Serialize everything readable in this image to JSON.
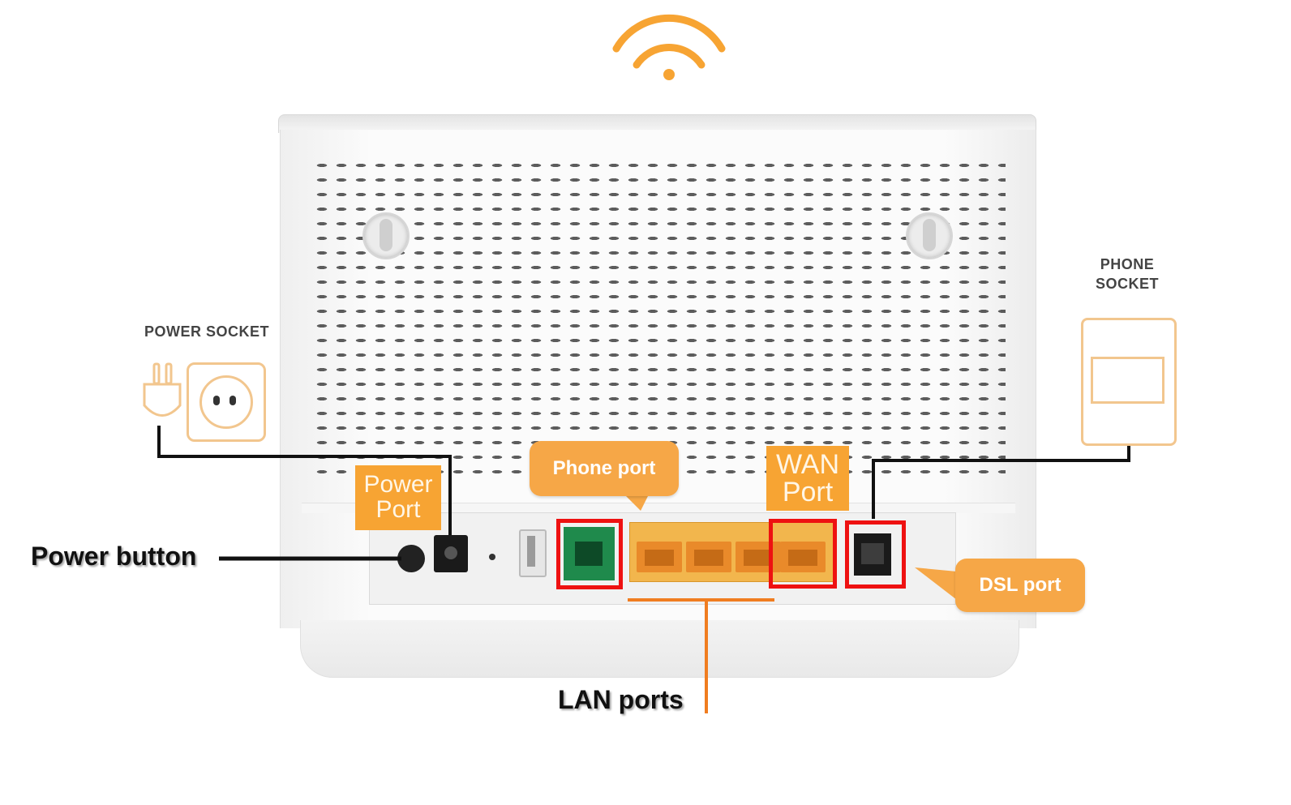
{
  "colors": {
    "accent_orange": "#f7a433",
    "callout_orange": "#f6a747",
    "highlight_red": "#ee1111",
    "socket_outline": "#f2c68e",
    "phone_port_green": "#1f8a4c",
    "lan_yellow": "#f2b64d"
  },
  "icons": {
    "wifi": "wifi-icon",
    "plug": "power-plug-icon",
    "power_outlet": "power-outlet-icon",
    "phone_jack": "phone-jack-icon"
  },
  "sockets": {
    "power_socket": "POWER SOCKET",
    "phone_socket_line1": "PHONE",
    "phone_socket_line2": "SOCKET"
  },
  "tags": {
    "power_port_line1": "Power",
    "power_port_line2": "Port",
    "wan_port_line1": "WAN",
    "wan_port_line2": "Port"
  },
  "callouts": {
    "phone_port": "Phone port",
    "dsl_port": "DSL port",
    "power_button": "Power button",
    "lan_ports": "LAN ports"
  }
}
